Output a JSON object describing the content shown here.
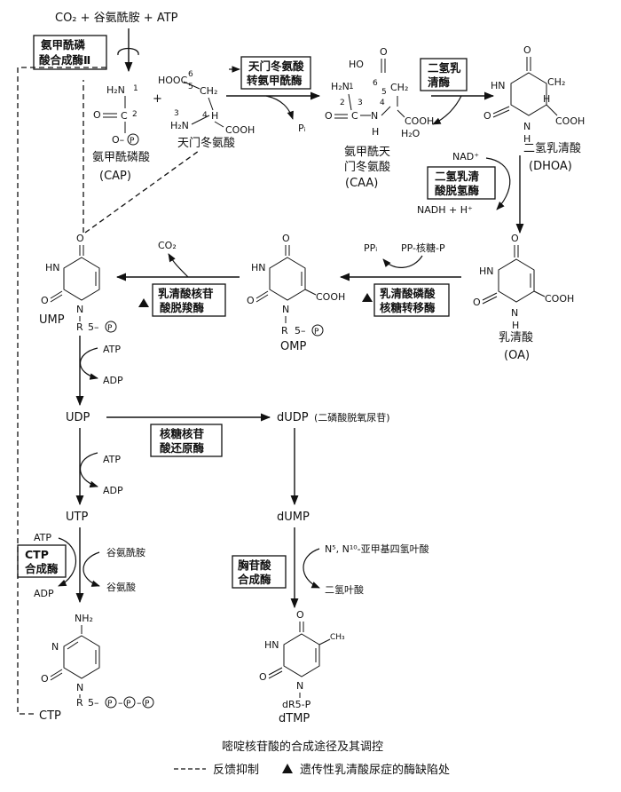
{
  "top_reactants": "CO₂ + 谷氨酰胺 + ATP",
  "enzymes": {
    "cps2_l1": "氨甲酰磷",
    "cps2_l2": "酸合成酶Ⅱ",
    "atc_l1": "天门冬氨酸",
    "atc_l2": "转氨甲酰酶",
    "dho_l1": "二氢乳",
    "dho_l2": "清酶",
    "dhodh_l1": "二氢乳清",
    "dhodh_l2": "酸脱氢酶",
    "oprt_l1": "乳清酸磷酸",
    "oprt_l2": "核糖转移酶",
    "odc_l1": "乳清酸核苷",
    "odc_l2": "酸脱羧酶",
    "rnr_l1": "核糖核苷",
    "rnr_l2": "酸还原酶",
    "ctps_l1": "CTP",
    "ctps_l2": "合成酶",
    "ts_l1": "胸苷酸",
    "ts_l2": "合成酶"
  },
  "compounds": {
    "cap_name": "氨甲酰磷酸",
    "cap_abbr": "(CAP)",
    "asp_name": "天门冬氨酸",
    "caa_l1": "氨甲酰天",
    "caa_l2": "门冬氨酸",
    "caa_abbr": "(CAA)",
    "dhoa_name": "二氢乳清酸",
    "dhoa_abbr": "(DHOA)",
    "oa_name": "乳清酸",
    "oa_abbr": "(OA)",
    "omp": "OMP",
    "ump": "UMP",
    "udp": "UDP",
    "utp": "UTP",
    "ctp": "CTP",
    "dudp": "dUDP",
    "dudp_name": "(二磷酸脱氧尿苷)",
    "dump": "dUMP",
    "dtmp": "dTMP",
    "dr5p": "dR5-P"
  },
  "cofactors": {
    "pi": "Pᵢ",
    "h2o": "H₂O",
    "nad": "NAD⁺",
    "nadh": "NADH + H⁺",
    "ppi": "PPᵢ",
    "prpp": "PP-核糖-P",
    "co2": "CO₂",
    "atp": "ATP",
    "adp": "ADP",
    "gln": "谷氨酰胺",
    "glu": "谷氨酸",
    "methylene_thf": "N⁵, N¹⁰-亚甲基四氢叶酸",
    "dhf": "二氢叶酸"
  },
  "atoms": {
    "h2n": "H₂N",
    "nh2": "NH₂",
    "hn": "HN",
    "h": "H",
    "n": "N",
    "o": "O",
    "c": "C",
    "ch2": "CH₂",
    "ch3": "CH₃",
    "ho": "HO",
    "cooh": "COOH",
    "hooc": "HOOC",
    "r5p": "R 5-",
    "p": "P"
  },
  "caption": {
    "title": "嘧啶核苷酸的合成途径及其调控",
    "legend_dashed": "反馈抑制",
    "legend_triangle": "遗传性乳清酸尿症的酶缺陷处"
  },
  "colors": {
    "ink": "#111111",
    "background": "#ffffff"
  }
}
